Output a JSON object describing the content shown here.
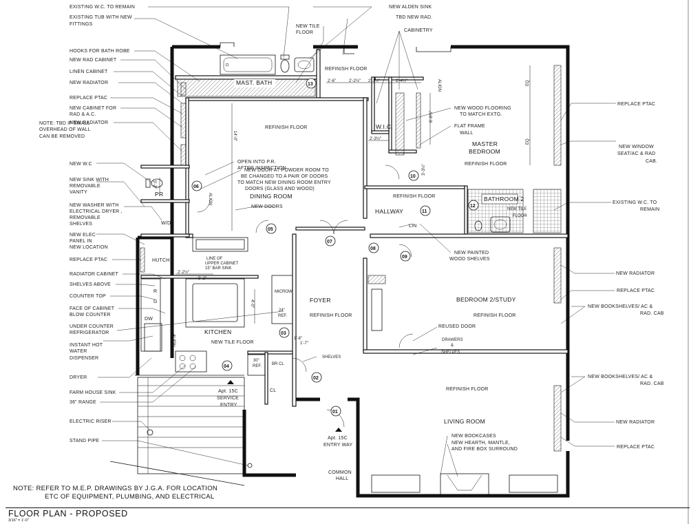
{
  "title_block": {
    "title": "FLOOR PLAN - PROPOSED",
    "scale": "3/16\" = 1'-0\""
  },
  "note": {
    "line1": "NOTE: REFER TO M.E.P. DRAWINGS BY J.G.A. FOR LOCATION",
    "line2": "ETC OF EQUIPMENT, PLUMBING, AND ELECTRICAL"
  },
  "rooms": {
    "mast_bath": "MAST. BATH",
    "refinish_floor_top": "REFINISH FLOOR",
    "wic": "W.I.C.",
    "master_bedroom_1": "MASTER",
    "master_bedroom_2": "BEDROOM",
    "master_refinish": "REFINISH FLOOR",
    "dining_refinish": "REFINISH FLOOR",
    "dining_room": "DINING ROOM",
    "new_doors": "NEW DOORS",
    "pr": "PR",
    "wd": "W/D",
    "hutch": "HUTCH",
    "hallway": "HALLWAY",
    "hallway_refinish": "REFINISH FLOOR",
    "lin": "LIN",
    "bathroom2": "BATHROOM 2",
    "new_tile_floor_b2_1": "NEW TILE",
    "new_tile_floor_b2_2": "FLOOR",
    "foyer": "FOYER",
    "foyer_refinish": "REFINISH FLOOR",
    "bedroom2": "BEDROOM 2/STUDY",
    "bedroom2_refinish": "REFINISH FLOOR",
    "kitchen": "KITCHEN",
    "kitchen_floor": "NEW TILE FLOOR",
    "microw": "MICROW.",
    "ref_24": "24\"",
    "ref_label": "REF.",
    "dw": "DW",
    "r": "R",
    "g": "G",
    "ref30_1": "30\"",
    "ref30_2": "REF.",
    "br_cl": "BR CL",
    "cl": "CL",
    "living_refinish": "REFINISH FLOOR",
    "living_room": "LIVING ROOM",
    "service_1": "Apt. 15C",
    "service_2": "SERVICE",
    "service_3": "ENTRY",
    "entry_1": "Apt. 15C",
    "entry_2": "ENTRY WAY",
    "common_1": "COMMON",
    "common_2": "HALL",
    "upper_cabinet_1": "LINE OF",
    "upper_cabinet_2": "UPPER CABINET",
    "bar_sink": "15\" BAR SINK",
    "align_1": "ALIGN",
    "align_2": "ALIGN",
    "align_3": "ALIGN",
    "eq_1": "EQ",
    "eq_2": "EQ",
    "dim_14": "14'-0\"",
    "dim_1": "2'-6\"",
    "dim_2": "2'-2½\"",
    "dim_3": "2'-1½\"",
    "dim_4": "2'-4½\"",
    "dim_5": "6'-8¾\"",
    "dim_6": "2'-3½\"",
    "dim_7": "3'-3½\"",
    "dim_8": "2'-2½\"",
    "dim_9": "5'-2\"",
    "dim_10": "4'-0\"",
    "dim_11": "1'-8\"",
    "dim_12": "1'-7\"",
    "dim_13": "5'-2\"",
    "shelves": "SHELVES",
    "drawers_1": "DRAWERS",
    "drawers_2": "&",
    "drawers_3": "SHELVES"
  },
  "tags": [
    "01",
    "02",
    "03",
    "04",
    "05",
    "06",
    "07",
    "08",
    "09",
    "10",
    "11",
    "12",
    "13"
  ],
  "callouts_left": [
    "EXISTING W.C. TO REMAIN",
    "EXISTING TUB WITH NEW",
    "FITTINGS",
    "HOOKS FOR BATH ROBE",
    "NEW RAD CABINET",
    "LINEN CABINET",
    "NEW RADIATOR",
    "REPLACE PTAC",
    "NEW CABINET FOR",
    "RAD & A.C.",
    "NEW RADIATOR",
    "NOTE: TBD IF SMALL",
    "OVERHEAD OF WALL",
    "CAN BE REMOVED",
    "NEW W.C",
    "NEW SINK WITH",
    "REMOVABLE",
    "VANITY",
    "NEW WASHER WITH",
    "ELECTRICAL DRYER ,",
    "REMOVABLE",
    "SHELVES",
    "NEW ELEC",
    "PANEL IN",
    "NEW LOCATION",
    "REPLACE PTAC",
    "RADIATOR CABINET",
    "SHELVES ABOVE",
    "COUNTER TOP",
    "FACE OF CABINET",
    "BLOW COUNTER",
    "UNDER COUNTER",
    "REFRIGERATOR",
    "INSTANT HOT",
    "WATER",
    "DISPENSER",
    "DRYER",
    "FARM HOUSE SINK",
    "36\" RANGE",
    "ELECTRIC RISER",
    "STAND PIPE"
  ],
  "callouts_top": [
    "NEW TILE",
    "FLOOR",
    "NEW ALDEN SINK",
    "TBD NEW RAD.",
    "CABINETRY"
  ],
  "callouts_center": [
    "OPEN INTO P.R.",
    "AFTER INSPECTION",
    "NEW DOOR AT POWDER ROOM TO",
    "BE CHANGED TO A PAIR OF DOORS",
    "TO MATCH NEW DINING ROOM ENTRY",
    "DOORS (GLASS AND WOOD)",
    "NEW WOOD FLOORING",
    "TO MATCH EXTG.",
    "FLAT FRAME",
    "WALL",
    "NEW PAINTED",
    "WOOD SHELVES",
    "REUSED DOOR",
    "NEW BOOKCASES",
    "NEW HEARTH, MANTLE,",
    "AND FIRE BOX SURROUND"
  ],
  "callouts_right": [
    "REPLACE PTAC",
    "NEW WINDOW",
    "SEAT/AC & RAD",
    "CAB.",
    "EXISTING W.C. TO",
    "REMAIN",
    "NEW RADIATOR",
    "REPLACE PTAC",
    "NEW BOOKSHELVES/ AC &",
    "RAD. CAB",
    "NEW BOOKSHELVES/ AC &",
    "RAD. CAB",
    "NEW RADIATOR",
    "REPLACE PTAC"
  ]
}
